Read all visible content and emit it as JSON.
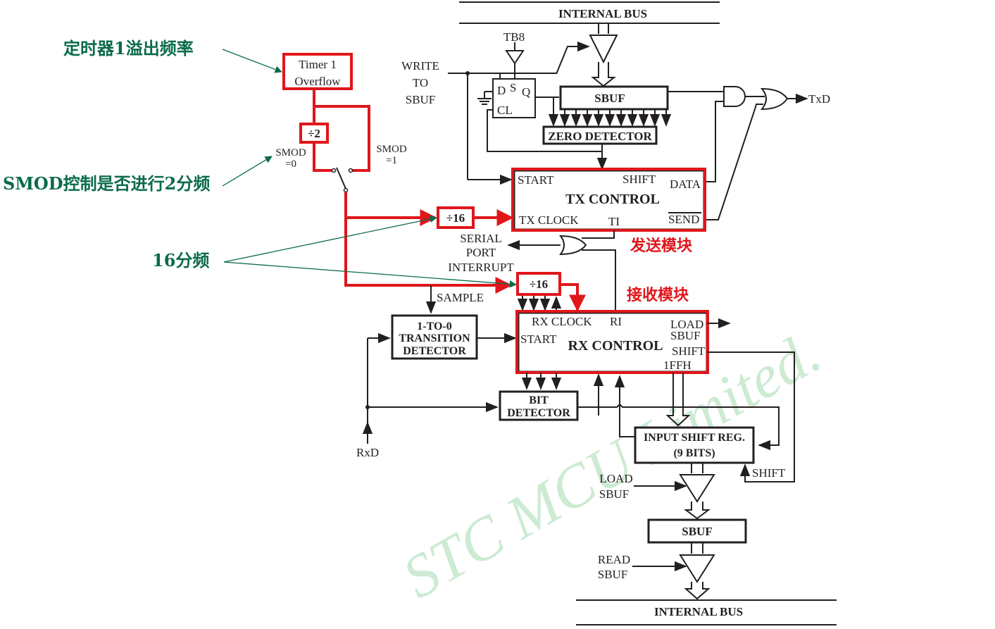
{
  "labels": {
    "internal_bus_top": "INTERNAL BUS",
    "internal_bus_bottom": "INTERNAL BUS",
    "tb8": "TB8",
    "write": "WRITE",
    "to": "TO",
    "sbuf_w": "SBUF",
    "ff_d": "D",
    "ff_s": "S",
    "ff_q": "Q",
    "ff_cl": "CL",
    "sbuf_tx": "SBUF",
    "zero_detector": "ZERO DETECTOR",
    "txd": "TxD",
    "timer_line1": "Timer 1",
    "timer_line2": "Overflow",
    "div2": "÷2",
    "smod0_a": "SMOD",
    "smod0_b": "=0",
    "smod1_a": "SMOD",
    "smod1_b": "=1",
    "div16_tx": "÷16",
    "div16_rx": "÷16",
    "tx_start": "START",
    "tx_shift": "SHIFT",
    "tx_data": "DATA",
    "tx_control": "TX CONTROL",
    "tx_clock": "TX CLOCK",
    "tx_ti": "TI",
    "tx_send": "SEND",
    "serial": "SERIAL",
    "port": "PORT",
    "interrupt": "INTERRUPT",
    "sample": "SAMPLE",
    "trans1": "1-TO-0",
    "trans2": "TRANSITION",
    "trans3": "DETECTOR",
    "rx_clock": "RX CLOCK",
    "rx_ri": "RI",
    "rx_start": "START",
    "rx_control": "RX CONTROL",
    "rx_load": "LOAD",
    "rx_sbuf": "SBUF",
    "rx_shift": "SHIFT",
    "rx_1ffh": "1FFH",
    "bit1": "BIT",
    "bit2": "DETECTOR",
    "rxd": "RxD",
    "isr1": "INPUT SHIFT REG.",
    "isr2": "(9 BITS)",
    "shift_fb": "SHIFT",
    "load": "LOAD",
    "sbuf_l": "SBUF",
    "sbuf_rx": "SBUF",
    "read": "READ",
    "sbuf_r": "SBUF"
  },
  "annotations": {
    "timer_overflow_cn": "定时器1溢出频率",
    "smod_cn": "SMOD控制是否进行2分频",
    "div16_cn": "16分频",
    "tx_module_cn": "发送模块",
    "rx_module_cn": "接收模块"
  },
  "watermark": "STC  MCU  Limited.",
  "colors": {
    "annotation_green": "#0b6b4a",
    "highlight_red": "#e0161b",
    "watermark_green": "#b7e3c0"
  }
}
